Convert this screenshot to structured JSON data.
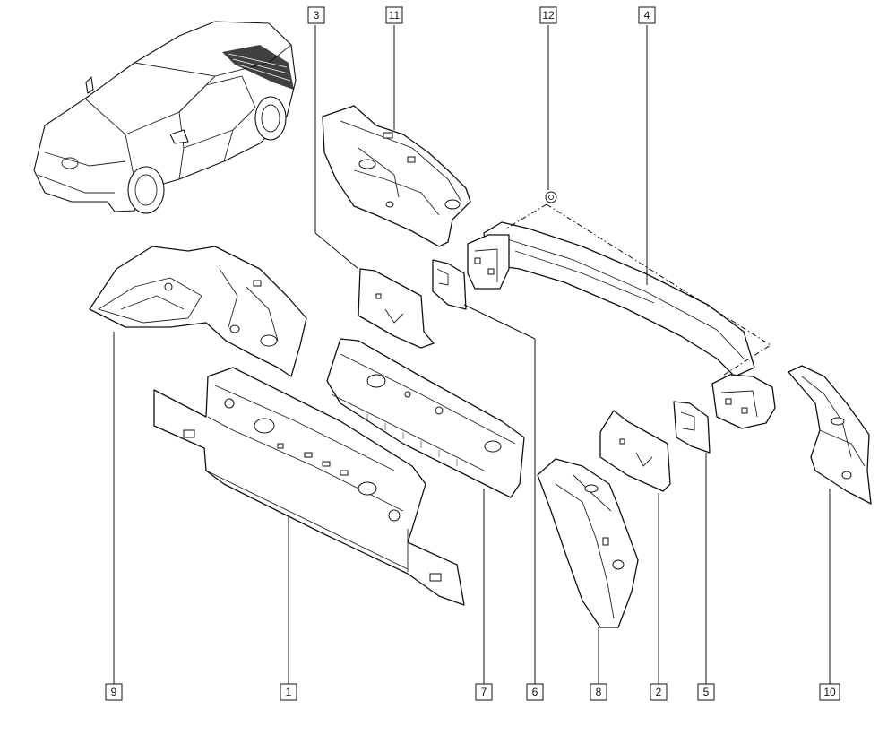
{
  "callouts": {
    "c1": "1",
    "c2": "2",
    "c3": "3",
    "c4": "4",
    "c5": "5",
    "c6": "6",
    "c7": "7",
    "c8": "8",
    "c9": "9",
    "c10": "10",
    "c11": "11",
    "c12": "12"
  },
  "colors": {
    "line": "#111111",
    "background": "#ffffff",
    "highlight": "#000000"
  }
}
